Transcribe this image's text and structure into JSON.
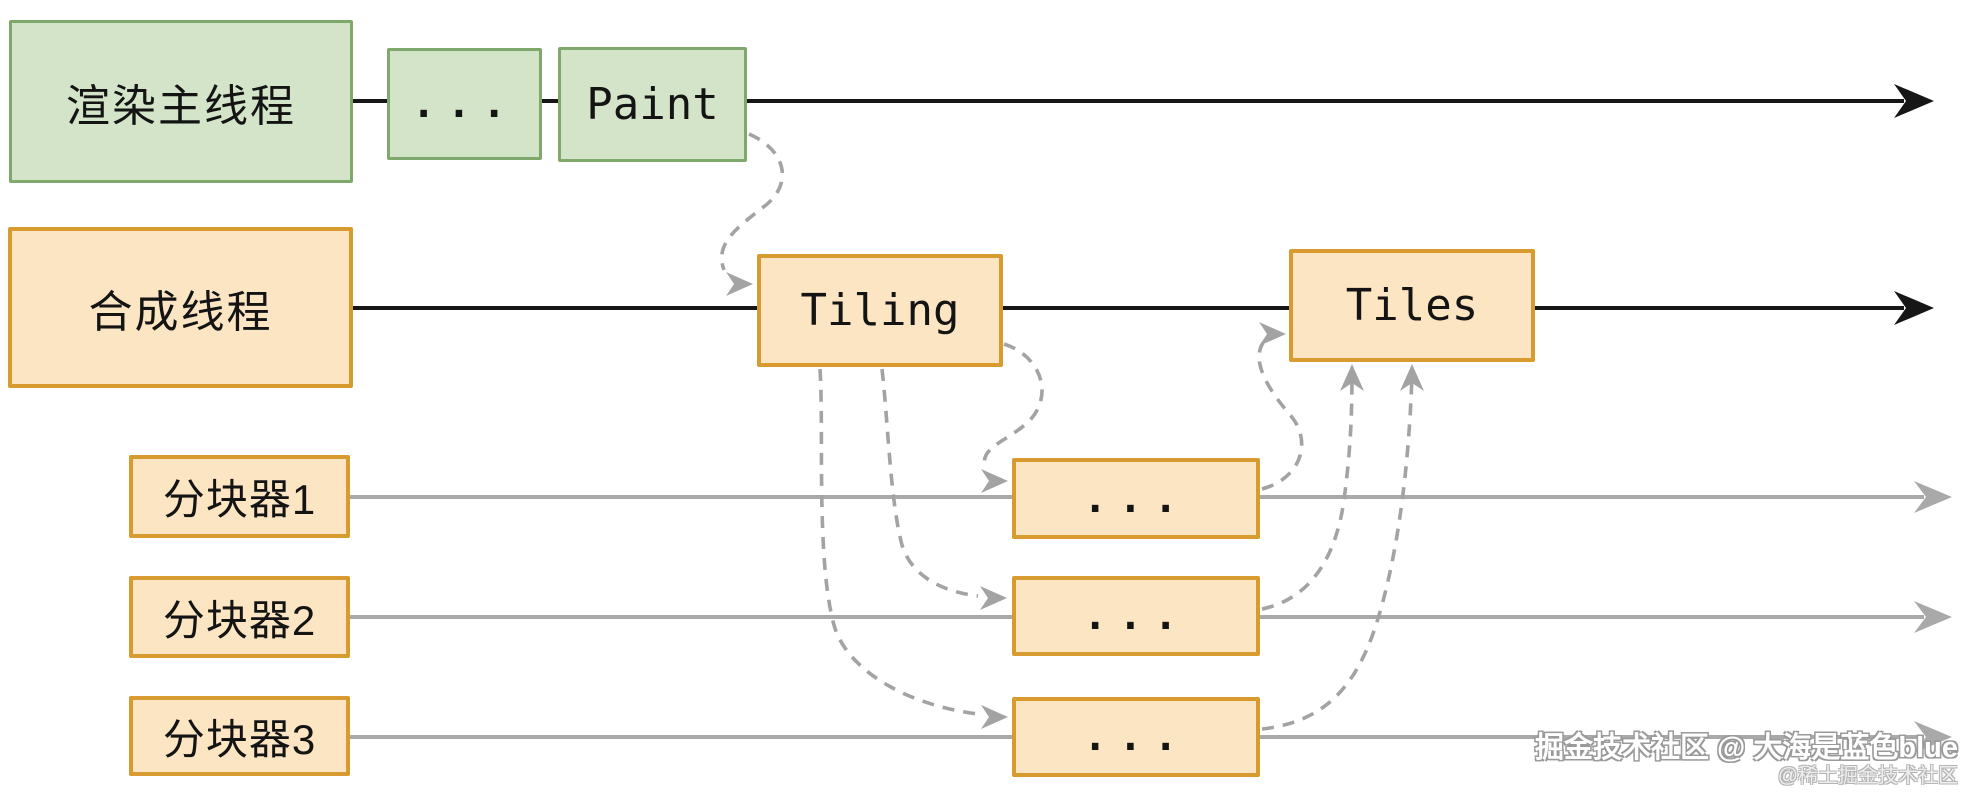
{
  "colors": {
    "green_fill": "#d3e4c9",
    "green_border": "#7fa96c",
    "orange_fill": "#fce5c3",
    "orange_border": "#d79b2f",
    "black": "#161616",
    "gray": "#a9a9a9",
    "dash": "#a3a3a3",
    "text": "#141414"
  },
  "threads": {
    "main": {
      "label": "渲染主线程",
      "steps": [
        {
          "id": "ellipsis",
          "label": "..."
        },
        {
          "id": "paint",
          "label": "Paint"
        }
      ]
    },
    "compositor": {
      "label": "合成线程",
      "steps": [
        {
          "id": "tiling",
          "label": "Tiling"
        },
        {
          "id": "tiles",
          "label": "Tiles"
        }
      ]
    },
    "tilers": [
      {
        "label": "分块器1",
        "step_label": "..."
      },
      {
        "label": "分块器2",
        "step_label": "..."
      },
      {
        "label": "分块器3",
        "step_label": "..."
      }
    ]
  },
  "edges": [
    {
      "from": "paint",
      "to": "tiling",
      "style": "dashed"
    },
    {
      "from": "tiling",
      "to": "tiler1-task",
      "style": "dashed"
    },
    {
      "from": "tiling",
      "to": "tiler2-task",
      "style": "dashed"
    },
    {
      "from": "tiling",
      "to": "tiler3-task",
      "style": "dashed"
    },
    {
      "from": "tiler1-task",
      "to": "tiles",
      "style": "dashed"
    },
    {
      "from": "tiler2-task",
      "to": "tiles",
      "style": "dashed"
    },
    {
      "from": "tiler3-task",
      "to": "tiles",
      "style": "dashed"
    }
  ],
  "watermark": {
    "line1": "掘金技术社区 @ 大海是蓝色blue",
    "line2": "@稀土掘金技术社区"
  }
}
